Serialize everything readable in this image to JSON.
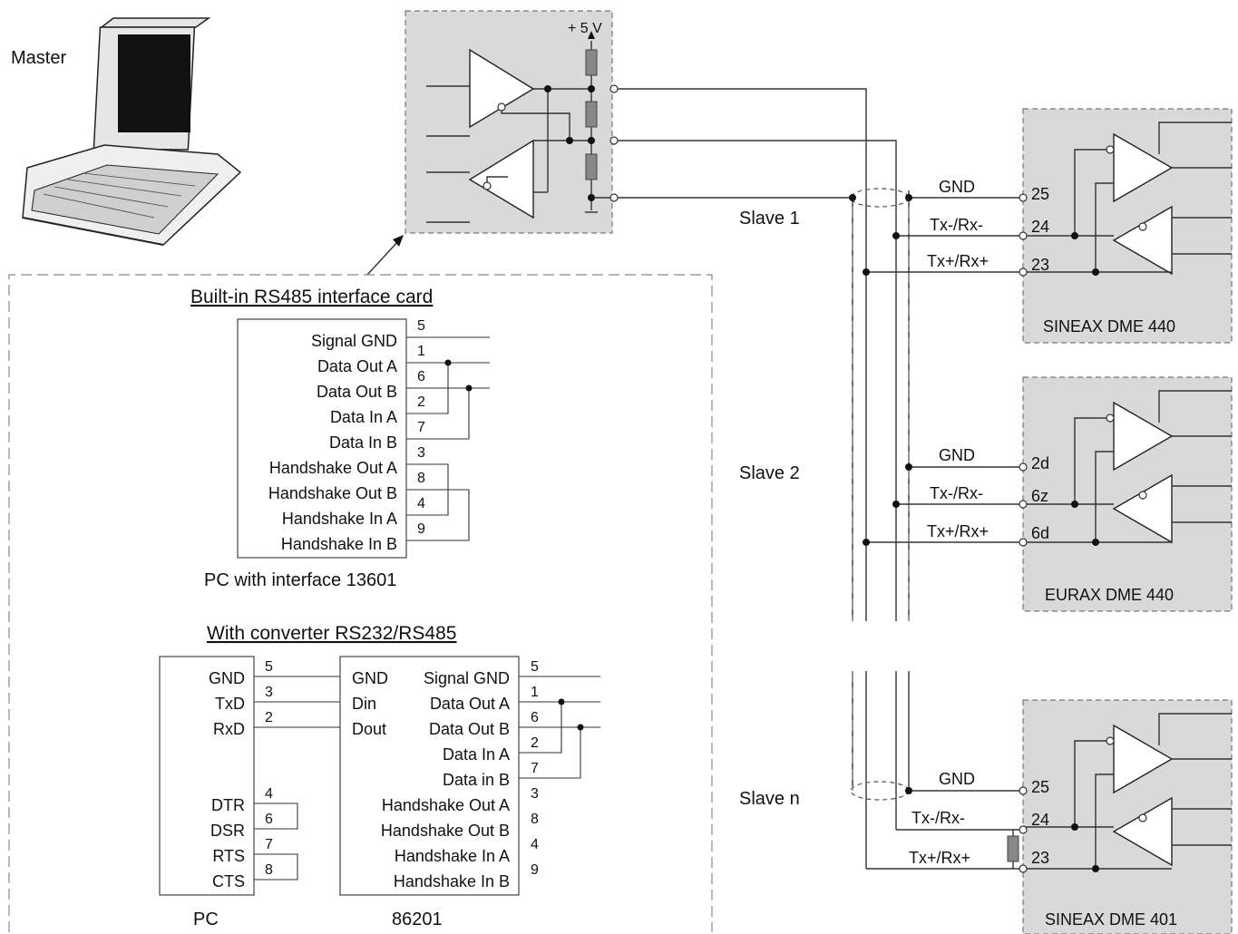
{
  "master_label": "Master",
  "supply_label": "+ 5 V",
  "slaves": [
    {
      "label": "Slave 1",
      "device": "SINEAX DME 440",
      "pins": [
        "25",
        "24",
        "23"
      ]
    },
    {
      "label": "Slave 2",
      "device": "EURAX DME 440",
      "pins": [
        "2d",
        "6z",
        "6d"
      ]
    },
    {
      "label": "Slave n",
      "device": "SINEAX DME 401",
      "pins": [
        "25",
        "24",
        "23"
      ]
    }
  ],
  "bus_lines": [
    "GND",
    "Tx-/Rx-",
    "Tx+/Rx+"
  ],
  "card": {
    "title": "Built-in RS485 interface card",
    "signals": [
      "Signal GND",
      "Data Out A",
      "Data Out B",
      "Data In A",
      "Data In B",
      "Handshake Out A",
      "Handshake Out B",
      "Handshake In A",
      "Handshake In B"
    ],
    "pins": [
      "5",
      "1",
      "6",
      "2",
      "7",
      "3",
      "8",
      "4",
      "9"
    ],
    "caption": "PC with interface 13601"
  },
  "converter": {
    "title": "With converter RS232/RS485",
    "pc_signals": [
      "GND",
      "TxD",
      "RxD",
      "DTR",
      "DSR",
      "RTS",
      "CTS"
    ],
    "pc_pins": [
      "5",
      "3",
      "2",
      "4",
      "6",
      "7",
      "8"
    ],
    "conv_left": [
      "GND",
      "Din",
      "Dout"
    ],
    "conv_signals": [
      "Signal GND",
      "Data Out A",
      "Data Out B",
      "Data In A",
      "Data in B",
      "Handshake Out A",
      "Handshake Out B",
      "Handshake In A",
      "Handshake In B"
    ],
    "conv_pins": [
      "5",
      "1",
      "6",
      "2",
      "7",
      "3",
      "8",
      "4",
      "9"
    ],
    "pc_caption": "PC",
    "conv_caption": "86201"
  }
}
